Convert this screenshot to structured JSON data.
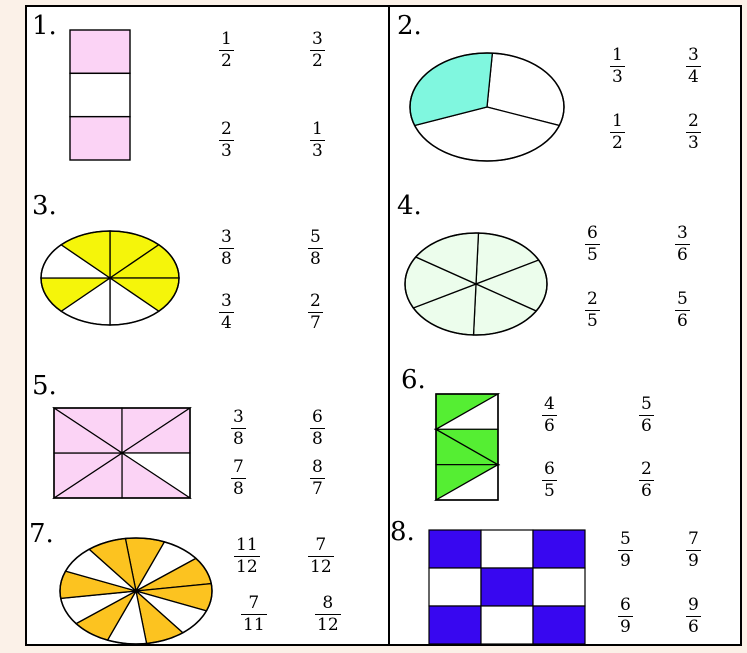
{
  "colors": {
    "pink": "#fbd3f5",
    "teal": "#80f7df",
    "yellow": "#f5f50a",
    "mint": "#ecfdec",
    "green": "#55ee33",
    "orange": "#fcc320",
    "blue": "#3807f0",
    "line": "#000000"
  },
  "problems": [
    {
      "number": "1.",
      "figure": "rectangle-3-rows",
      "choices": [
        {
          "num": "1",
          "den": "2"
        },
        {
          "num": "3",
          "den": "2"
        },
        {
          "num": "2",
          "den": "3"
        },
        {
          "num": "1",
          "den": "3"
        }
      ]
    },
    {
      "number": "2.",
      "figure": "ellipse-3-sectors",
      "choices": [
        {
          "num": "1",
          "den": "3"
        },
        {
          "num": "3",
          "den": "4"
        },
        {
          "num": "1",
          "den": "2"
        },
        {
          "num": "2",
          "den": "3"
        }
      ]
    },
    {
      "number": "3.",
      "figure": "ellipse-8-sectors",
      "choices": [
        {
          "num": "3",
          "den": "8"
        },
        {
          "num": "5",
          "den": "8"
        },
        {
          "num": "3",
          "den": "4"
        },
        {
          "num": "2",
          "den": "7"
        }
      ]
    },
    {
      "number": "4.",
      "figure": "ellipse-6-sectors",
      "choices": [
        {
          "num": "6",
          "den": "5"
        },
        {
          "num": "3",
          "den": "6"
        },
        {
          "num": "2",
          "den": "5"
        },
        {
          "num": "5",
          "den": "6"
        }
      ]
    },
    {
      "number": "5.",
      "figure": "rectangle-8-triangles",
      "choices": [
        {
          "num": "3",
          "den": "8"
        },
        {
          "num": "6",
          "den": "8"
        },
        {
          "num": "7",
          "den": "8"
        },
        {
          "num": "8",
          "den": "7"
        }
      ]
    },
    {
      "number": "6.",
      "figure": "rectangle-6-triangles",
      "choices": [
        {
          "num": "4",
          "den": "6"
        },
        {
          "num": "5",
          "den": "6"
        },
        {
          "num": "6",
          "den": "5"
        },
        {
          "num": "2",
          "den": "6"
        }
      ]
    },
    {
      "number": "7.",
      "figure": "ellipse-12-sectors",
      "choices": [
        {
          "num": "11",
          "den": "12"
        },
        {
          "num": "7",
          "den": "12"
        },
        {
          "num": "7",
          "den": "11"
        },
        {
          "num": "8",
          "den": "12"
        }
      ]
    },
    {
      "number": "8.",
      "figure": "grid-3x3",
      "choices": [
        {
          "num": "5",
          "den": "9"
        },
        {
          "num": "7",
          "den": "9"
        },
        {
          "num": "6",
          "den": "9"
        },
        {
          "num": "9",
          "den": "6"
        }
      ]
    }
  ]
}
